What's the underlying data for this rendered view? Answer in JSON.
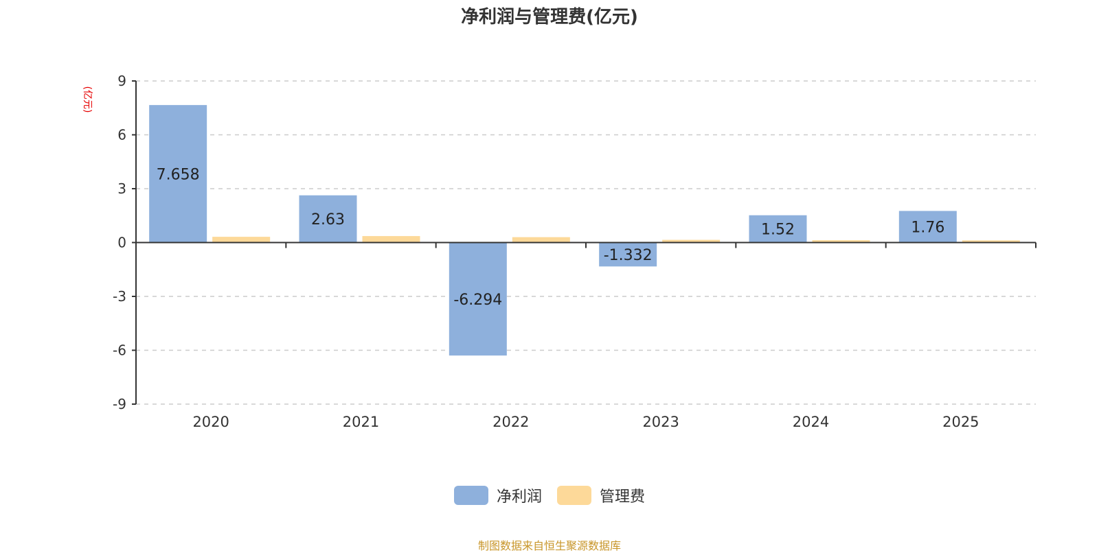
{
  "title": "净利润与管理费(亿元)",
  "unit_label": "(亿元)",
  "source_note": "制图数据来自恒生聚源数据库",
  "colors": {
    "net_profit": "#8eb0dc",
    "mgmt_fee": "#fdd999",
    "axis": "#333333",
    "grid": "#cccccc",
    "unit": "#e60000",
    "source": "#c8962a"
  },
  "chart_data": {
    "type": "bar",
    "title": "净利润与管理费(亿元)",
    "ylabel": "(亿元)",
    "xlabel": "",
    "categories": [
      "2020",
      "2021",
      "2022",
      "2023",
      "2024",
      "2025"
    ],
    "series": [
      {
        "name": "净利润",
        "values": [
          7.658,
          2.63,
          -6.294,
          -1.332,
          1.52,
          1.76
        ],
        "labels": [
          "7.658",
          "2.63",
          "-6.294",
          "-1.332",
          "1.52",
          "1.76"
        ]
      },
      {
        "name": "管理费",
        "values": [
          0.32,
          0.36,
          0.3,
          0.15,
          0.13,
          0.12
        ]
      }
    ],
    "ylim": [
      -9,
      9
    ],
    "yticks": [
      9,
      6,
      3,
      0,
      -3,
      -6,
      -9
    ],
    "ytick_labels": [
      "9",
      "6",
      "3",
      "0",
      "-3",
      "-6",
      "-9"
    ],
    "grid": true,
    "legend_position": "bottom"
  }
}
